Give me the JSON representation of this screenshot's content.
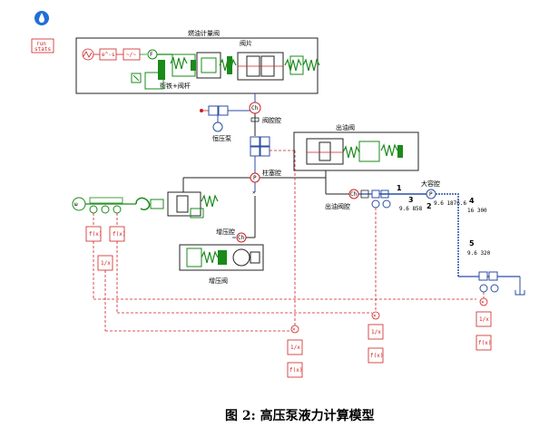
{
  "header": {
    "run_stats_line1": "run",
    "run_stats_line2": "stats"
  },
  "labels": {
    "fuel_metering_valve": "燃油计量阀",
    "valve_plate": "阀片",
    "spring_valve_rod": "衔铁+阀杆",
    "pressure_pump": "恒压泵",
    "valve_chamber": "阀腔腔",
    "outlet_valve": "出油阀",
    "plunger_chamber": "柱塞腔",
    "outlet_chamber": "出油阀腔",
    "damper_chamber": "增压腔",
    "damper_valve": "增压阀",
    "large_volume": "大容腔"
  },
  "nodes": {
    "n1": "1",
    "n2": "2",
    "n3": "3",
    "n4": "4",
    "n5": "5"
  },
  "readouts": {
    "r3": "9.6 858",
    "r2": "9.6 1876.6",
    "r4": "16 300",
    "r5": "9.6 320"
  },
  "caption": "图 2:  高压泵液力计算模型"
}
